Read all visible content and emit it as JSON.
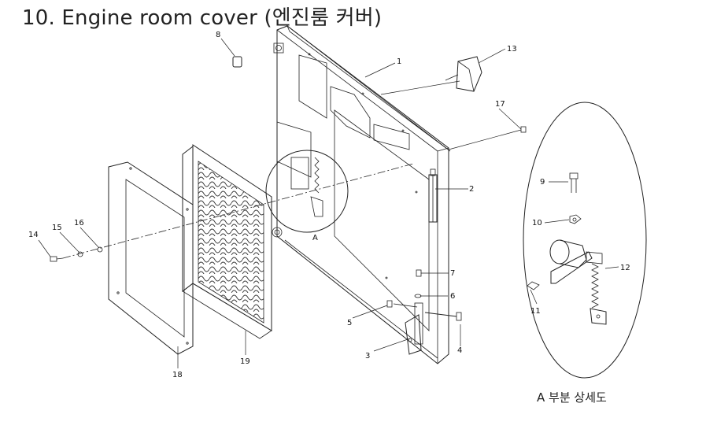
{
  "title": "10. Engine room cover (엔진룸 커버)",
  "detail_caption": "A 부분 상세도",
  "detail_marker": "A",
  "parts": {
    "p1": "1",
    "p2": "2",
    "p3": "3",
    "p4": "4",
    "p5": "5",
    "p6": "6",
    "p7": "7",
    "p8": "8",
    "p9": "9",
    "p10": "10",
    "p11": "11",
    "p12": "12",
    "p13": "13",
    "p14": "14",
    "p15": "15",
    "p16": "16",
    "p17": "17",
    "p18": "18",
    "p19": "19"
  }
}
